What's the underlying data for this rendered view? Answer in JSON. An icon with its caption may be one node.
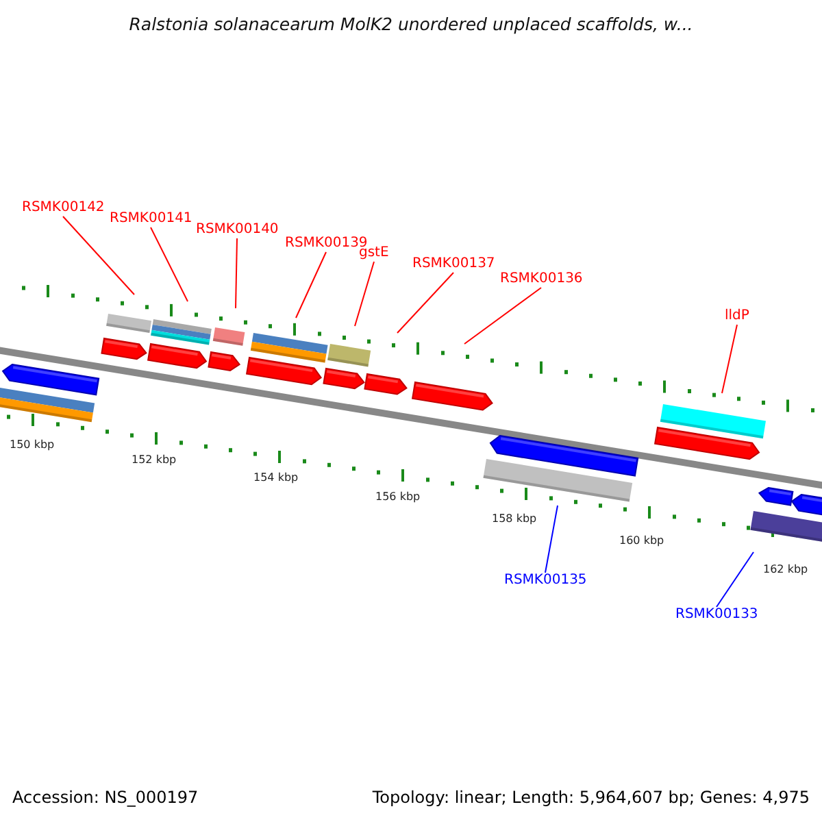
{
  "diagram": {
    "title": "Ralstonia solanacearum MolK2 unordered unplaced scaffolds, w...",
    "nodes": [
      {
        "text": [
          "RSMK00142"
        ]
      },
      {
        "text": [
          "RSMK00141"
        ]
      },
      {
        "text": [
          "RSMK00140"
        ]
      },
      {
        "text": [
          "RSMK00139"
        ]
      },
      {
        "text": [
          "gstE"
        ]
      },
      {
        "text": [
          "RSMK00137"
        ]
      },
      {
        "text": [
          "RSMK00136"
        ]
      },
      {
        "text": [
          "lldP"
        ]
      },
      {
        "text": [
          "RSMK00135"
        ]
      },
      {
        "text": [
          "RSMK00133"
        ]
      }
    ],
    "edges": [
      {
        "from": 0,
        "to": null,
        "arrow": "none"
      },
      {
        "from": 1,
        "to": null,
        "arrow": "none"
      },
      {
        "from": 2,
        "to": null,
        "arrow": "none"
      },
      {
        "from": 3,
        "to": null,
        "arrow": "none"
      },
      {
        "from": 4,
        "to": null,
        "arrow": "none"
      },
      {
        "from": 5,
        "to": null,
        "arrow": "none"
      },
      {
        "from": 6,
        "to": null,
        "arrow": "none"
      },
      {
        "from": 7,
        "to": null,
        "arrow": "none"
      },
      {
        "from": 8,
        "to": null,
        "arrow": "none",
        "color": "#0000ff"
      },
      {
        "from": 9,
        "to": null,
        "arrow": "none",
        "color": "#0000ff"
      }
    ],
    "labels": [
      "150 kbp",
      "152 kbp",
      "154 kbp",
      "156 kbp",
      "158 kbp",
      "160 kbp",
      "162 kbp",
      "Accession: NS_000197",
      "Topology: linear; Length: 5,964,607 bp; Genes: 4,975"
    ]
  }
}
